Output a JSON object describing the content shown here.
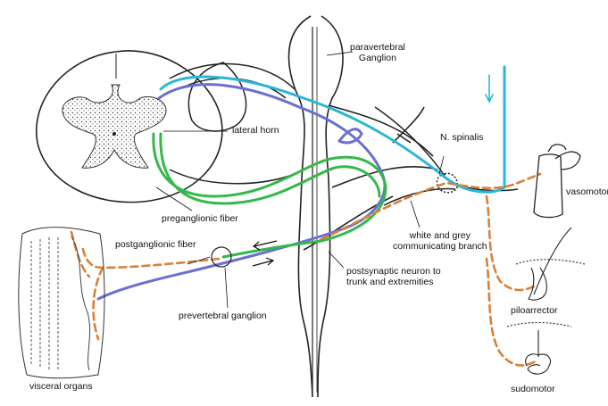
{
  "labels": {
    "paravertebral_ganglion": [
      "paravertebral",
      "Ganglion"
    ],
    "lateral_horn": "lateral horn",
    "n_spinalis": "N. spinalis",
    "vasomotor": "vasomotor",
    "preganglionic_fiber": "preganglionic fiber",
    "postganglionic_fiber": "postganglionic fiber",
    "white_grey_branch": [
      "white and grey",
      "communicating branch"
    ],
    "postsynaptic_neuron": [
      "postsynaptic neuron to",
      "trunk and extremities"
    ],
    "prevertebral_ganglion": "prevertebral ganglion",
    "piloarrector": "piloarrector",
    "visceral_organs": "visceral organs",
    "sudomotor": "sudomotor"
  },
  "colors": {
    "outline": "#222222",
    "cyan_fiber": "#2ab7d6",
    "blue_fiber": "#6b6fd2",
    "green_fiber": "#35b84a",
    "orange_fiber": "#d8813a"
  }
}
